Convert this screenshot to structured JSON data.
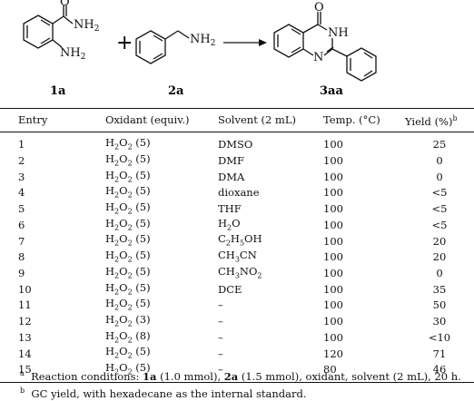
{
  "scheme": {
    "label_1a": "1a",
    "label_2a": "2a",
    "label_3aa": "3aa",
    "plus": "+",
    "atoms": {
      "o_amide": "O",
      "nh2_amide": "NH2",
      "nh2_ring": "NH2",
      "nh2_benzylamine": "NH2",
      "o_product": "O",
      "nh_product": "NH",
      "n_product": "N"
    }
  },
  "table": {
    "headers": [
      "Entry",
      "Oxidant (equiv.)",
      "Solvent (2 mL)",
      "Temp. (°C)",
      "Yield (%)b"
    ],
    "rows": [
      [
        "1",
        "H2O2 (5)",
        "DMSO",
        "100",
        "25"
      ],
      [
        "2",
        "H2O2 (5)",
        "DMF",
        "100",
        "0"
      ],
      [
        "3",
        "H2O2 (5)",
        "DMA",
        "100",
        "0"
      ],
      [
        "4",
        "H2O2 (5)",
        "dioxane",
        "100",
        "<5"
      ],
      [
        "5",
        "H2O2 (5)",
        "THF",
        "100",
        "<5"
      ],
      [
        "6",
        "H2O2 (5)",
        "H2O",
        "100",
        "<5"
      ],
      [
        "7",
        "H2O2 (5)",
        "C2H5OH",
        "100",
        "20"
      ],
      [
        "8",
        "H2O2 (5)",
        "CH3CN",
        "100",
        "20"
      ],
      [
        "9",
        "H2O2 (5)",
        "CH3NO2",
        "100",
        "0"
      ],
      [
        "10",
        "H2O2 (5)",
        "DCE",
        "100",
        "35"
      ],
      [
        "11",
        "H2O2 (5)",
        "–",
        "100",
        "50"
      ],
      [
        "12",
        "H2O2 (3)",
        "–",
        "100",
        "30"
      ],
      [
        "13",
        "H2O2 (8)",
        "–",
        "100",
        "<10"
      ],
      [
        "14",
        "H2O2 (5)",
        "–",
        "120",
        "71"
      ],
      [
        "15",
        "H2O2 (5)",
        "–",
        "80",
        "46"
      ]
    ]
  },
  "footnotes": {
    "a": "Reaction conditions: 1a (1.0 mmol), 2a (1.5 mmol), oxidant, solvent (2 mL), 20 h.",
    "b": "GC yield, with hexadecane as the internal standard."
  }
}
